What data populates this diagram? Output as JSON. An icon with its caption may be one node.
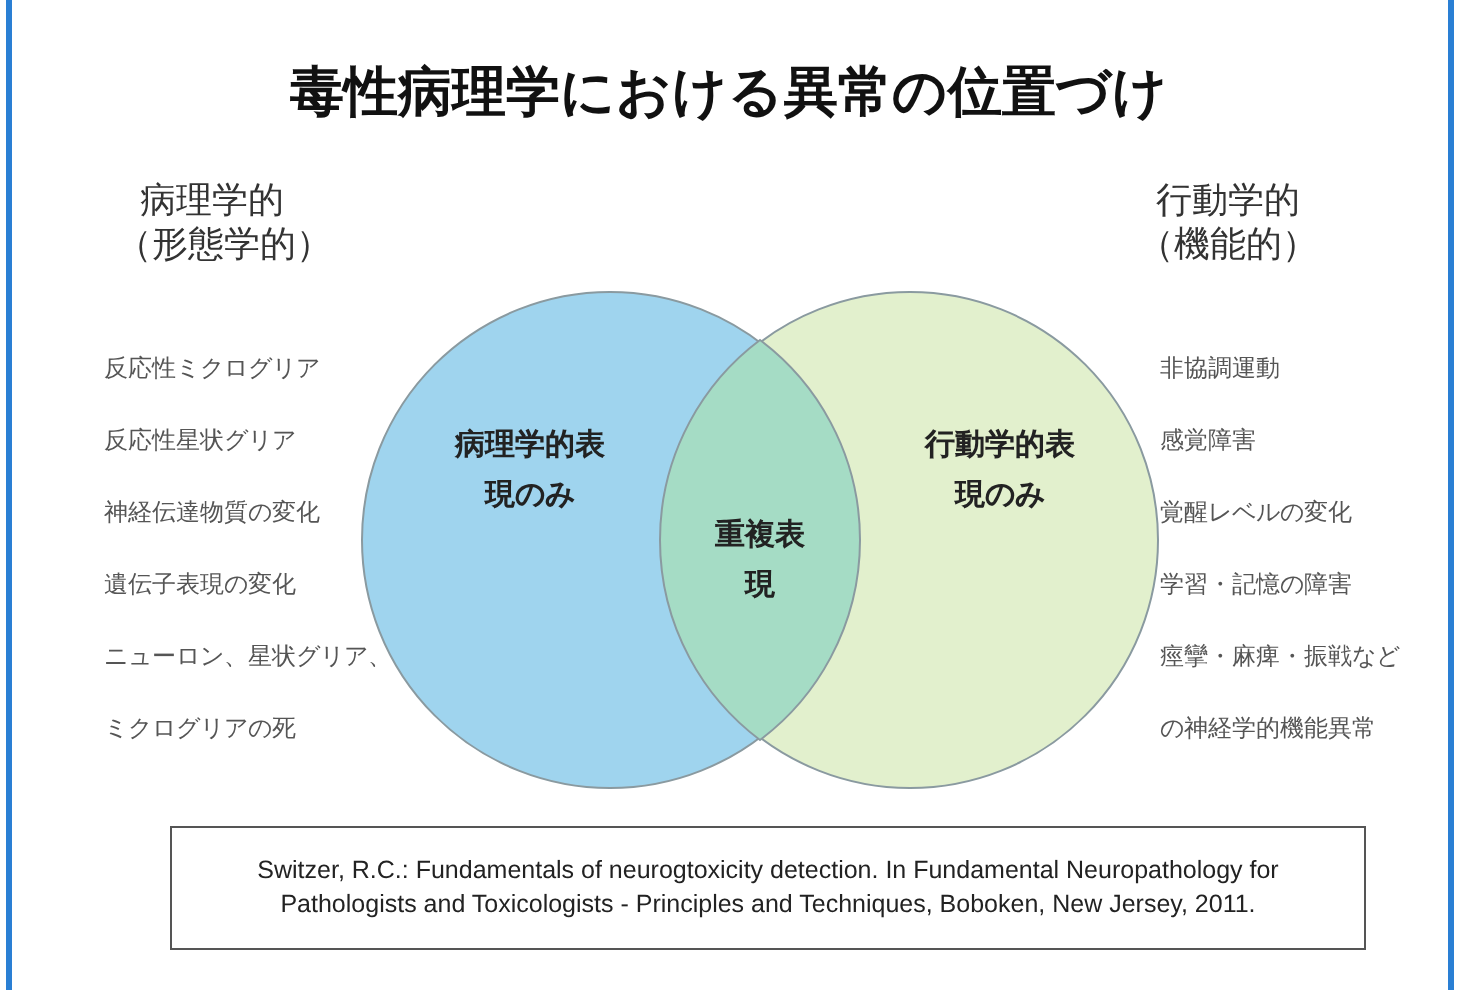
{
  "diagram": {
    "title": "毒性病理学における異常の位置づけ",
    "nodes": [
      {
        "text": [
          "病理学的表現のみ"
        ]
      },
      {
        "text": [
          "行動学的表現のみ"
        ]
      },
      {
        "text": [
          "重複表現"
        ]
      },
      {
        "text": [
          "Switzer, R.C.: Fundamentals of neurogtoxicity detection. In Fundamental Neuropathology for Pathologists and Toxicologists - Principles and Techniques, Boboken, New Jersey, 2011."
        ]
      }
    ],
    "edges": [],
    "labels": [
      "病理学的",
      "（形態学的）",
      "反応性ミクログリア",
      "反応性星状グリア",
      "神経伝達物質の変化",
      "遺伝子表現の変化",
      "ニューロン、星状グリア、ミクログリアの死",
      "行動学的",
      "（機能的）",
      "非協調運動",
      "感覚障害",
      "覚醒レベルの変化",
      "学習・記憶の障害",
      "痙攣・麻痺・振戦などの神経学的機能異常"
    ]
  }
}
